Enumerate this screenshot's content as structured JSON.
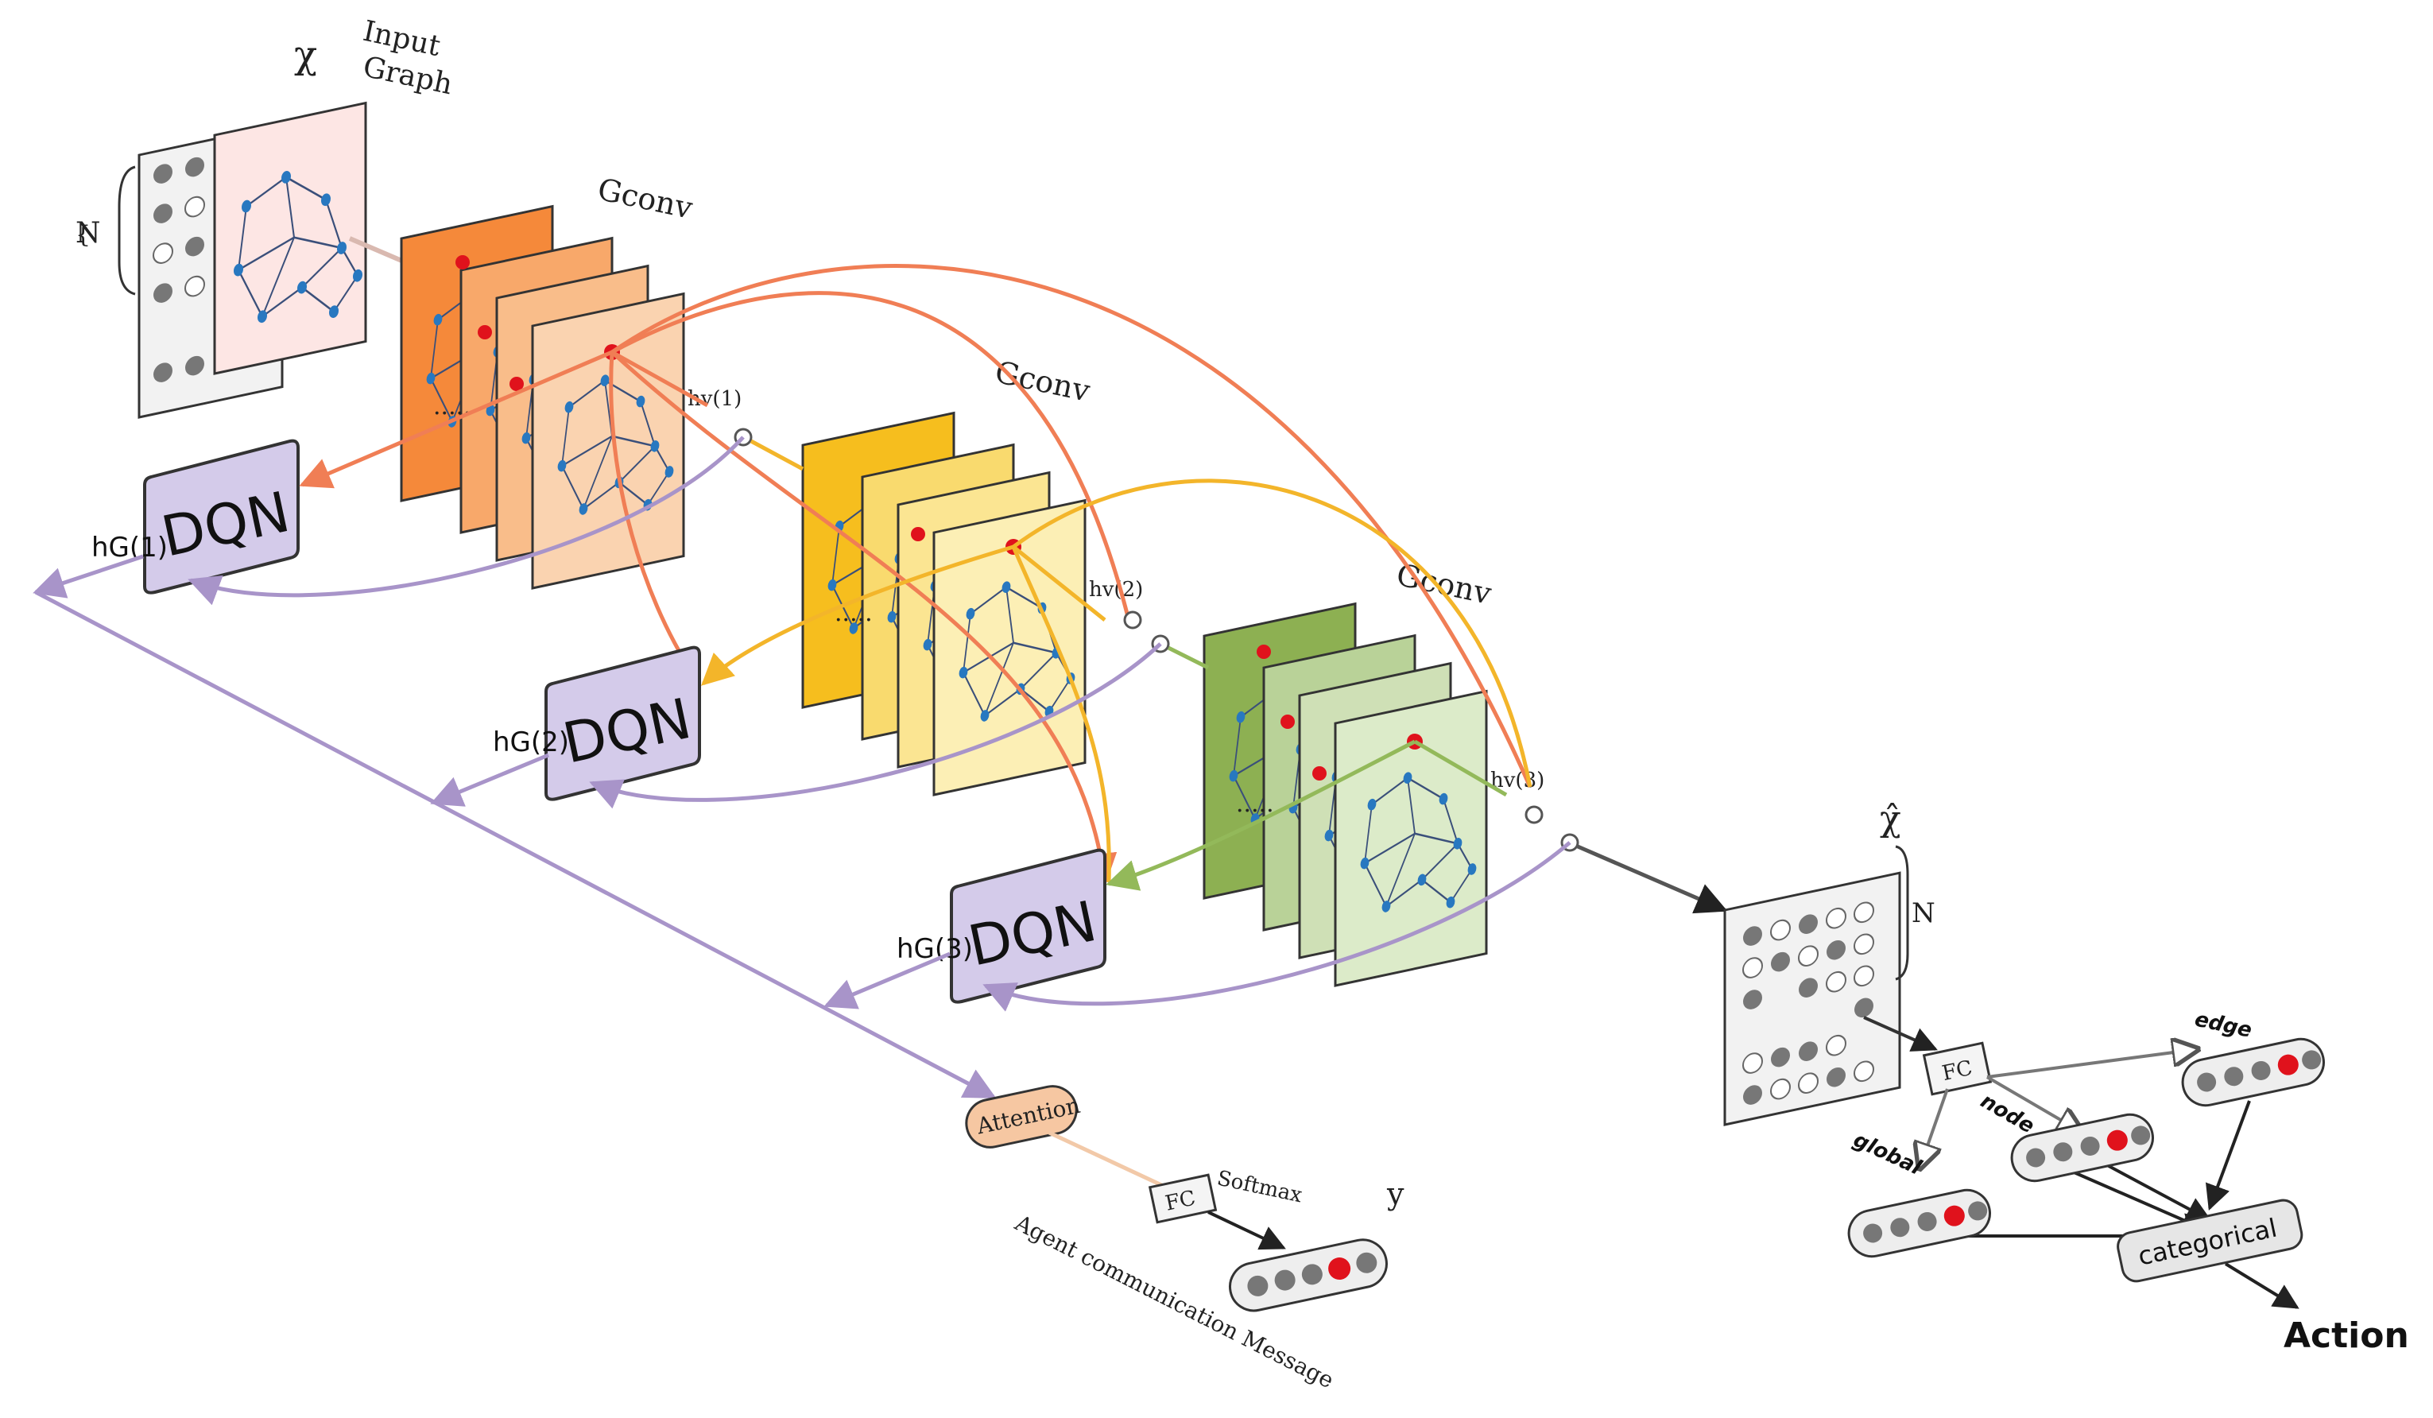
{
  "labels": {
    "chi": "χ",
    "input_graph_line1": "Input",
    "input_graph_line2": "Graph",
    "N_left": "N",
    "gconv": "Gconv",
    "dqn": "DQN",
    "hG1": "hG(1)",
    "hG2": "hG(2)",
    "hG3": "hG(3)",
    "hv1": "hv(1)",
    "hv2": "hv(2)",
    "hv3": "hv(3)",
    "chi_hat": "χ̂",
    "N_right": "N",
    "attention": "Attention",
    "fc": "FC",
    "softmax": "Softmax",
    "y": "y",
    "agent_message": "Agent communication Message",
    "global": "global",
    "node": "node",
    "edge": "edge",
    "categorical": "categorical",
    "action": "Action"
  },
  "colors": {
    "orange_dark": "#F5893A",
    "orange_mid": "#F8A86A",
    "orange_light": "#FAD3B0",
    "yellow_dark": "#F6BE1E",
    "yellow_mid": "#F9DA6E",
    "yellow_light": "#FCEFB5",
    "green_dark": "#8DB052",
    "green_mid": "#B9D298",
    "green_light": "#DCEBC9",
    "dqn_fill": "#D4CBEA",
    "purple_line": "#A894C9",
    "orange_line": "#F07E55",
    "yellow_line": "#F3B52A",
    "green_line": "#93B95A",
    "attention_fill": "#F6C7A2",
    "node_blue": "#2878C0",
    "node_red": "#E0121C"
  }
}
